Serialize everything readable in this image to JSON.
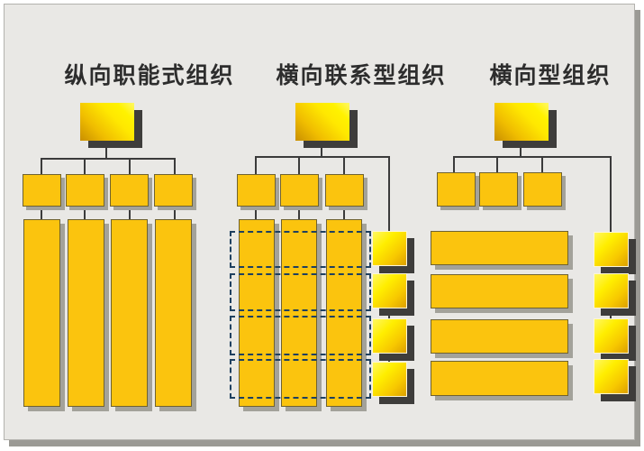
{
  "page": {
    "kind": "organization-structure-diagram",
    "background_color": "#ffffff",
    "panel_color": "#e9e8e5",
    "frame_shadow_color": "#9b9a95"
  },
  "colors": {
    "flat_box_fill": "#fbc40e",
    "flat_box_border": "#6f6230",
    "gradient_bright": "#fff200",
    "gradient_dark": "#c98f00",
    "dark_shadow": "#3e3d3b",
    "gray_shadow": "#a3a29a",
    "connector_line": "#3b3b3b",
    "dashed_line": "#1e4060",
    "title_text": "#2d2d2d"
  },
  "diagrams": [
    {
      "title": "纵向职能式组织",
      "type": "vertical-functional-organization",
      "top_boxes": 1,
      "department_boxes": 4,
      "vertical_function_bars": 4
    },
    {
      "title": "横向联系型组织",
      "type": "horizontal-liaison-organization",
      "top_boxes": 1,
      "department_boxes": 3,
      "vertical_function_bars": 3,
      "dashed_team_rows": 4,
      "side_team_boxes": 4
    },
    {
      "title": "横向型组织",
      "type": "horizontal-organization",
      "top_boxes": 1,
      "department_boxes": 3,
      "horizontal_process_bars": 4,
      "side_team_boxes": 4
    }
  ]
}
